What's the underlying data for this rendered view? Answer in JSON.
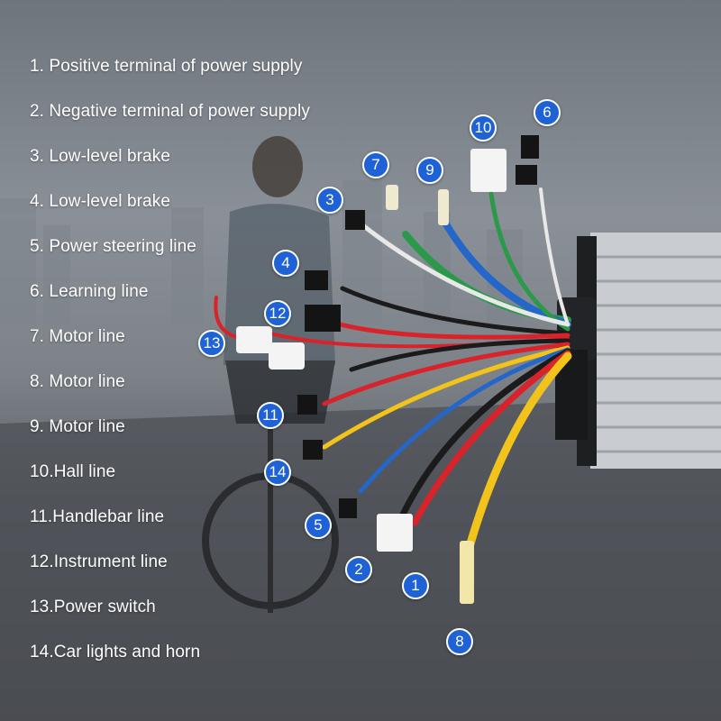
{
  "legend": [
    "1. Positive terminal of power supply",
    "2. Negative terminal of power supply",
    "3. Low-level brake",
    "4. Low-level brake",
    "5. Power steering line",
    "6. Learning line",
    "7. Motor line",
    "8. Motor line",
    "9. Motor line",
    "10.Hall line",
    "11.Handlebar line",
    "12.Instrument line",
    "13.Power switch",
    "14.Car lights and horn"
  ],
  "callouts": [
    "1",
    "2",
    "3",
    "4",
    "5",
    "6",
    "7",
    "8",
    "9",
    "10",
    "11",
    "12",
    "13",
    "14"
  ],
  "colors": {
    "callout_fill": "#1e62d6",
    "callout_border": "#ffffff",
    "legend_text": "#ffffff",
    "wire_red": "#d9232b",
    "wire_black": "#1b1b1b",
    "wire_yellow": "#f2c31a",
    "wire_green": "#2a9a4a",
    "wire_blue": "#2566c9",
    "wire_white": "#e8e8e8",
    "controller_body": "#c9cdd1"
  }
}
